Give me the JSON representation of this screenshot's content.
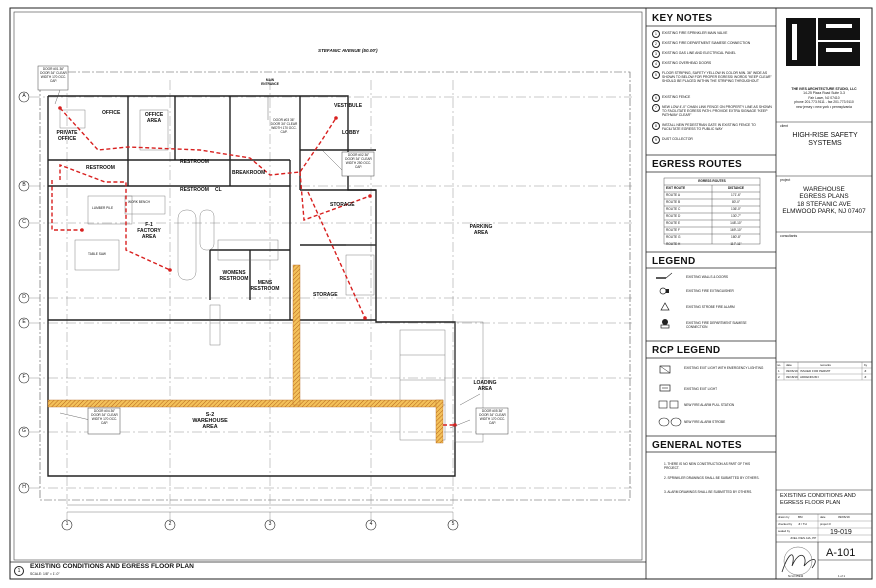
{
  "plan": {
    "street": "STEFANIC AVENUE (50.00')",
    "title": "EXISTING CONDITIONS AND EGRESS FLOOR PLAN",
    "title_number": "1",
    "scale": "SCALE: 1/8\" = 1'-0\"",
    "main_entrance": "MAIN ENTRANCE",
    "grid_rows": [
      "A",
      "B",
      "C",
      "D",
      "E",
      "F",
      "G",
      "H"
    ],
    "grid_cols": [
      "1",
      "2",
      "3",
      "4",
      "5"
    ],
    "rooms": {
      "office": "OFFICE",
      "office_area": "OFFICE AREA",
      "private_office": "PRIVATE OFFICE",
      "restroom": "RESTROOM",
      "restroom2": "RESTROOM",
      "cl": "CL",
      "breakroom": "BREAKROOM",
      "vestibule": "VESTIBULE",
      "lobby": "LOBBY",
      "storage1": "STORAGE",
      "storage2": "STORAGE",
      "parking": "PARKING AREA",
      "factory": "F-1 FACTORY AREA",
      "womens": "WOMENS RESTROOM",
      "mens": "MENS RESTROOM",
      "warehouse": "S-2 WAREHOUSE AREA",
      "loading": "LOADING AREA",
      "lumber": "LUMBER PILE",
      "table_saw": "TABLE SAW",
      "work_bench": "WORK BENCH"
    },
    "doors": {
      "d1": "DOOR #01 36\" DOOR 34\" CLEAR WIDTH 170 OCC. CAP.",
      "d2": "DOOR #02 36\" DOOR 34\" CLEAR WIDTH 250 OCC. CAP.",
      "d3": "DOOR #03 36\" DOOR 34\" CLEAR WIDTH 170 OCC. CAP.",
      "d4": "DOOR #04 36\" DOOR 34\" CLEAR WIDTH 170 OCC. CAP.",
      "d5": "DOOR #05 36\" DOOR 34\" CLEAR WIDTH 170 OCC. CAP."
    }
  },
  "key_notes": {
    "title": "KEY NOTES",
    "items": [
      {
        "n": "1",
        "text": "EXISTING FIRE SPRINKLER MAIN VALVE"
      },
      {
        "n": "2",
        "text": "EXISTING FIRE DEPARTMENT SIAMESE CONNECTION"
      },
      {
        "n": "3",
        "text": "EXISTING GAS LINE AND ELECTRICAL PANEL"
      },
      {
        "n": "4",
        "text": "EXISTING OVERHEAD DOORS"
      },
      {
        "n": "5",
        "text": "FLOOR STRIPING, SAFETY YELLOW IN COLOR MIN. 36\" WIDE AS SHOWN TO BELOW FOR PROPER EGRESS/ WORDS \"KEEP CLEAR\" SHOULD BE PLACED WITHIN THE STRIPING THROUGHOUT"
      },
      {
        "n": "6",
        "text": "EXISTING FENCE"
      },
      {
        "n": "7",
        "text": "NEW LOW 4'-0\" CHAIN LINK FENCE ON PROPERTY LINE AS SHOWN TO FACILITATE EGRESS PATH. PROVIDE EXTRA SIGNAGE \"KEEP PATHWAY CLEAR\""
      },
      {
        "n": "8",
        "text": "INSTALL NEW PEDESTRIAN GATE IN EXISTING FENCE TO FACILITATE EGRESS TO PUBLIC WAY"
      },
      {
        "n": "9",
        "text": "DUST COLLECTOR"
      }
    ]
  },
  "egress_routes": {
    "title": "EGRESS ROUTES",
    "table_title": "EGRESS ROUTES",
    "headers": [
      "EXIT ROUTE",
      "DISTANCE"
    ],
    "rows": [
      [
        "ROUTE A",
        "171'-6\""
      ],
      [
        "ROUTE B",
        "80'-0\""
      ],
      [
        "ROUTE C",
        "136'-0\""
      ],
      [
        "ROUTE D",
        "130'-7\""
      ],
      [
        "ROUTE E",
        "148'-10\""
      ],
      [
        "ROUTE F",
        "169'-10\""
      ],
      [
        "ROUTE G",
        "180'-8\""
      ],
      [
        "ROUTE H",
        "117'-11\""
      ]
    ]
  },
  "legend": {
    "title": "LEGEND",
    "items": [
      {
        "icon": "wall-icon",
        "text": "EXISTING WALLS & DOORS"
      },
      {
        "icon": "extinguisher-icon",
        "text": "EXISTING FIRE EXTINGUISHER"
      },
      {
        "icon": "strobe-icon",
        "text": "EXISTING STROBE FIRE ALARM"
      },
      {
        "icon": "siamese-icon",
        "text": "EXISTING FIRE DEPARTMENT SIAMESE CONNECTION"
      }
    ]
  },
  "rcp_legend": {
    "title": "RCP LEGEND",
    "items": [
      {
        "icon": "exit-emergency-icon",
        "text": "EXISTING EXIT LIGHT WITH EMERGENCY LIGHTING"
      },
      {
        "icon": "exit-light-icon",
        "text": "EXISTING EXIT LIGHT"
      },
      {
        "icon": "pull-station-icon",
        "text": "NEW FIRE ALARM PULL STATION"
      },
      {
        "icon": "new-strobe-icon",
        "text": "NEW FIRE ALARM STROBE"
      }
    ]
  },
  "general_notes": {
    "title": "GENERAL NOTES",
    "items": [
      "1. THERE IS NO NEW CONSTRUCTION AS PART OF THIS PROJECT.",
      "2. SPRINKLER DRAWINGS SHALL BE SUBMITTED BY OTHERS.",
      "3. ALARM DRAWINGS SHALL BE SUBMITTED BY OTHERS."
    ]
  },
  "title_block": {
    "firm": "THE IVES ARCHITECTURE STUDIO, LLC",
    "firm_addr1": "14-25 Plaza Road Suite 3-3",
    "firm_addr2": "Fair Lawn, NJ 07410",
    "firm_phone": "phone 201.773.9111 - fax 201.773.9110",
    "firm_web": "new jersey • new york • pennsylvania",
    "client_label": "client",
    "client": "HIGH-RISE SAFETY SYSTEMS",
    "project_label": "project",
    "project1": "WAREHOUSE",
    "project2": "EGRESS PLANS",
    "project3": "18 STEFANIC AVE",
    "project4": "ELMWOOD PARK, NJ 07407",
    "consultants_label": "consultants",
    "rev_headers": [
      "no.",
      "date",
      "remarks",
      "by"
    ],
    "revisions": [
      [
        "1",
        "09/06/19",
        "ISSUED FOR PERMIT",
        "JI"
      ],
      [
        "2",
        "09/18/19",
        "ADDENDUM I",
        "JI"
      ]
    ],
    "sheet_title": "EXISTING CONDITIONS AND EGRESS FLOOR PLAN",
    "drawn_label": "drawn by",
    "drawn": "BM",
    "checked_label": "checked by",
    "checked": "JI / TH",
    "date_label": "date",
    "date": "09/06/19",
    "sealed_label": "sealed by",
    "sealed": "JOEL IVES AIA, PP",
    "project_no_label": "project #",
    "project_no": "19-019",
    "sheet_no": "A-101",
    "license": "NJ AI 05942",
    "page": "1 of 1"
  }
}
